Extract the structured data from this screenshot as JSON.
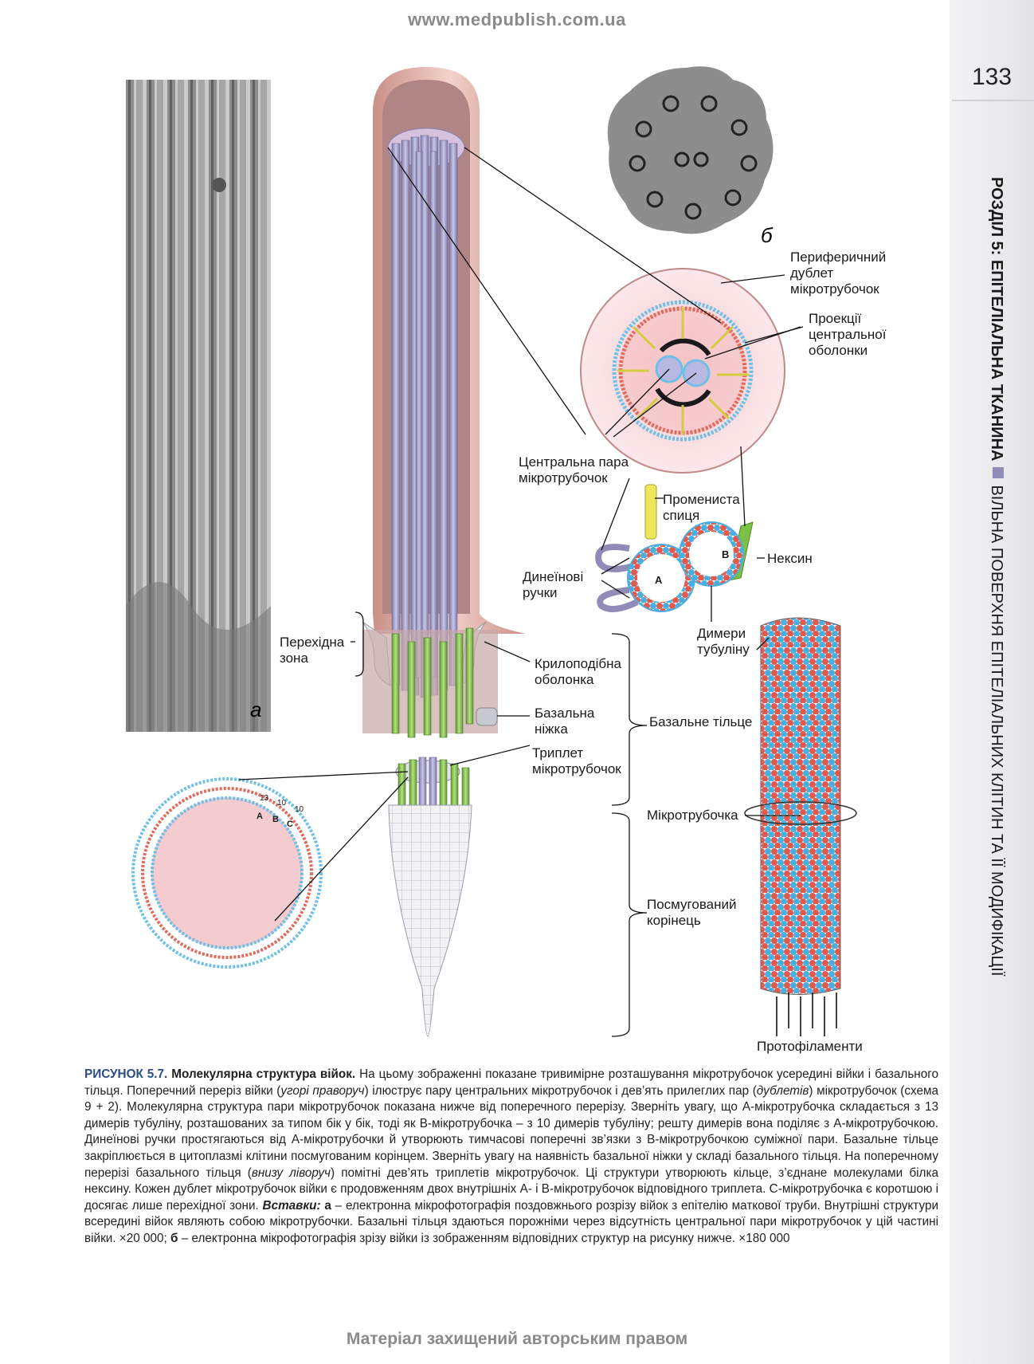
{
  "watermark_top": "www.medpublish.com.ua",
  "watermark_bottom": "Матеріал захищений авторським правом",
  "page_number": "133",
  "side_title": {
    "bold_part": "РОЗДІЛ 5: ЕПІТЕЛІАЛЬНА ТКАНИНА",
    "normal_part": "ВІЛЬНА ПОВЕРХНЯ ЕПІТЕЛІАЛЬНИХ КЛІТИН ТА ЇЇ МОДИФІКАЦІЇ"
  },
  "labels": {
    "inset_a": "a",
    "inset_b": "б",
    "peripheral_doublet": [
      "Периферичний",
      "дублет",
      "мікротрубочок"
    ],
    "central_sheath_projections": [
      "Проекції",
      "центральної",
      "оболонки"
    ],
    "central_pair": [
      "Центральна пара",
      "мікротрубочок"
    ],
    "radial_spoke": [
      "Промениста",
      "спиця"
    ],
    "nexin": "Нексин",
    "dynein_arms": [
      "Динеїнові",
      "ручки"
    ],
    "tubulin_dimers": [
      "Димери",
      "тубуліну"
    ],
    "transition_zone": [
      "Перехідна",
      "зона"
    ],
    "alar_sheath": [
      "Крилоподібна",
      "оболонка"
    ],
    "basal_foot": [
      "Базальна",
      "ніжка"
    ],
    "basal_body": "Базальне тільце",
    "triplet": [
      "Триплет",
      "мікротрубочок"
    ],
    "microtubule": "Мікротрубочка",
    "striated_rootlet": [
      "Посмугований",
      "корінець"
    ],
    "protofilaments": "Протофіламенти",
    "subunit_A": "A",
    "subunit_B": "B",
    "subunit_C": "C",
    "num_13": "13",
    "num_10a": "10",
    "num_10b": "10"
  },
  "caption": {
    "figure_label": "РИСУНОК 5.7.",
    "figure_title": "Молекулярна структура війок.",
    "p1": "На цьому зображенні показане тривимірне розташування мікротрубочок усередині війки і базального тільця. Поперечний переріз війки (",
    "p1_em": "угорі праворуч",
    "p2": ") ілюструє пару центральних мікротрубочок і дев’ять прилеглих пар (",
    "p2_em": "дублетів",
    "p3": ") мікротрубочок (схема 9 + 2). Молекулярна структура пари мікротрубочок показана нижче від поперечного перерізу. Зверніть увагу, що A-мікротрубочка складається з 13 димерів тубуліну, розташованих за типом бік у бік, тоді як B-мікротрубочка – з 10 димерів тубуліну; решту димерів вона поділяє з A-мікротрубочкою. Динеїнові ручки простягаються від A-мікротрубочки й утворюють тимчасові поперечні зв’язки з B-мікротрубочкою суміжної пари. Базальне тільце закріплюється в цитоплазмі клітини посмугованим корінцем. Зверніть увагу на наявність базальної ніжки у складі базального тільця. На поперечному перерізі базального тільця (",
    "p3_em": "внизу ліворуч",
    "p4": ") помітні дев’ять триплетів мікротрубочок. Ці структури утворюють кільце, з’єднане молекулами білка нексину. Кожен дублет мікротрубочок війки є продовженням двох внутрішніх A- і B-мікротрубочок відповідного триплета. C-мікротрубочка є коротшою і досягає лише перехідної зони.",
    "inserts_label": "Вставки:",
    "ins_a": "a",
    "p5": " – електронна мікрофотографія поздовжнього розрізу війок з епітелію маткової труби. Внутрішні структури всередині війок являють собою мікротрубочки. Базальні тільця здаються порожніми через відсутність центральної пари мікротрубочок у цій частині війки. ×20 000; ",
    "ins_b": "б",
    "p6": " – електронна мікрофотографія зрізу війки із зображенням відповідних структур на рисунку нижче. ×180 000"
  },
  "colors": {
    "doublet_blue": "#6fbfe6",
    "doublet_red": "#e06a5c",
    "cilium_tube": "#a7a3cf",
    "membrane_pink": "#e9b3b3",
    "basal_green": "#8cc45a",
    "spoke_yellow": "#e8e25a"
  }
}
